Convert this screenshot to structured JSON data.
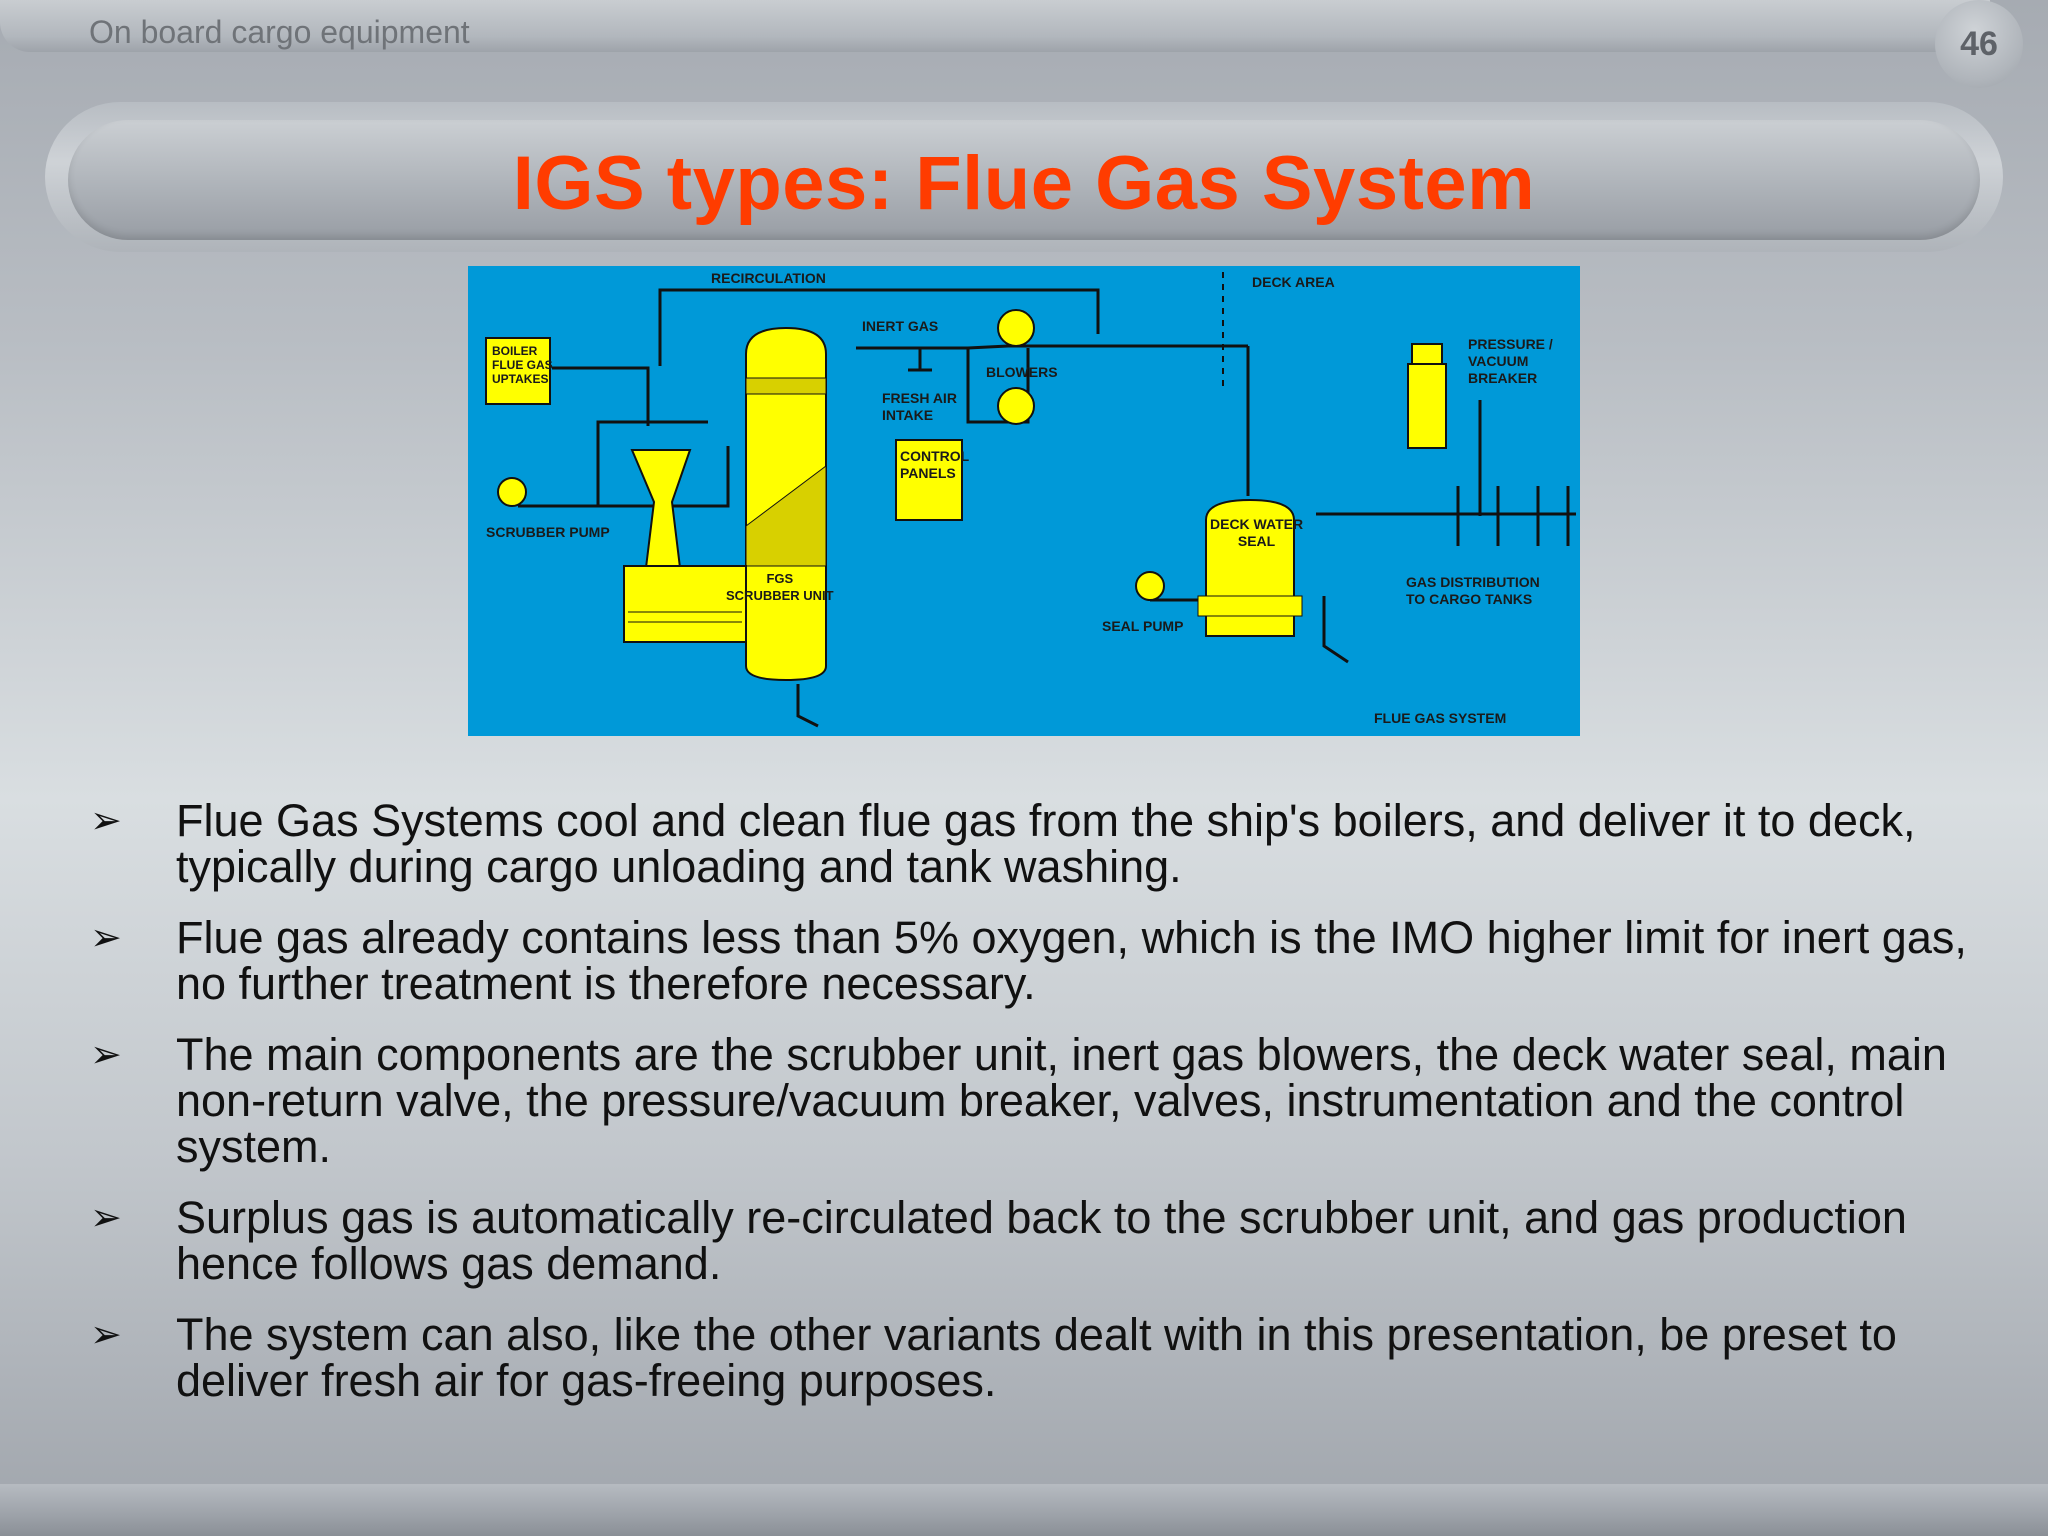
{
  "header": {
    "text": "On board cargo equipment",
    "page_number": "46"
  },
  "title": "IGS types: Flue Gas System",
  "diagram": {
    "labels": {
      "recirculation": "RECIRCULATION",
      "deck_area": "DECK AREA",
      "inert_gas": "INERT GAS",
      "boiler_1": "BOILER",
      "boiler_2": "FLUE GAS",
      "boiler_3": "UPTAKES",
      "blowers": "BLOWERS",
      "fresh_air_1": "FRESH AIR",
      "fresh_air_2": "INTAKE",
      "pressure_1": "PRESSURE /",
      "pressure_2": "VACUUM",
      "pressure_3": "BREAKER",
      "control_1": "CONTROL",
      "control_2": "PANELS",
      "scrubber_pump": "SCRUBBER PUMP",
      "deck_water_1": "DECK WATER",
      "deck_water_2": "SEAL",
      "fgs_1": "FGS",
      "fgs_2": "SCRUBBER UNIT",
      "gas_dist_1": "GAS DISTRIBUTION",
      "gas_dist_2": "TO CARGO TANKS",
      "seal_pump": "SEAL PUMP",
      "flue_gas_system": "FLUE GAS SYSTEM"
    }
  },
  "bullets": [
    {
      "marker": "➢",
      "text": "Flue Gas Systems cool and clean flue gas from the ship's boilers, and deliver it to deck, typically during cargo unloading and tank washing."
    },
    {
      "marker": "➢",
      "text": "Flue gas already contains less than 5% oxygen, which is the IMO higher limit for inert gas, no further treatment is therefore necessary."
    },
    {
      "marker": "➢",
      "text": "The main components are the scrubber unit, inert gas blowers, the deck water seal, main non-return valve, the pressure/vacuum breaker, valves, instrumentation and the control system."
    },
    {
      "marker": "➢",
      "text": "Surplus gas is automatically re-circulated back to the scrubber unit, and gas production hence follows gas demand."
    },
    {
      "marker": "➢",
      "text": "The system can also, like the other variants dealt with in this presentation, be preset to deliver fresh air for gas-freeing purposes."
    }
  ],
  "colors": {
    "title": "#ff3c00",
    "diagram_bg": "#0099d8",
    "component_fill": "#ffff00"
  }
}
